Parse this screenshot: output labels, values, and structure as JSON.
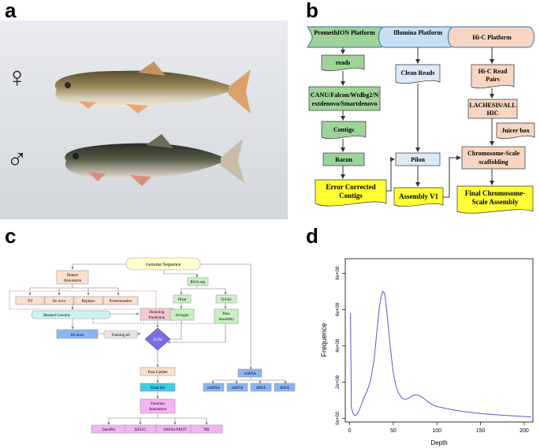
{
  "panels": {
    "a": {
      "letter": "a",
      "female_symbol": "♀",
      "male_symbol": "♂"
    },
    "b": {
      "letter": "b",
      "headers": [
        "PromethION Platform",
        "Illumina Platform",
        "Hi-C Platform"
      ],
      "nodes": {
        "reads": "reads",
        "assemblers": [
          "CANU/Falcon/Wtdbg2/N",
          "extdenovo/Smartdenovo"
        ],
        "contigs": "Contigs",
        "racon": "Racon",
        "error_corrected": [
          "Error Corrected",
          "Contigs"
        ],
        "clean_reads": "Clean Reads",
        "pilon": "Pilon",
        "assembly_v1": "Assembly V1",
        "hic_read_pairs": [
          "Hi-C Read",
          "Pairs"
        ],
        "lachesis": [
          "LACHESIS/ALL",
          "HIC"
        ],
        "juicer": "Juicer box",
        "scaffolding": [
          "Chromosome-Scale",
          "scaffolding"
        ],
        "final": [
          "Final Chromosome-",
          "Scale Assembly"
        ]
      }
    },
    "c": {
      "letter": "c",
      "genome_sequence": "Genome Sequence",
      "repeat_annotation": [
        "Repeat",
        "Annotation"
      ],
      "repeat_tools": [
        "Trf",
        "De novo",
        "Repbase",
        "Proteinmasker"
      ],
      "masked_genome": "Masked Genome",
      "homolog": [
        "Homolog",
        "Prediction"
      ],
      "training_set": "Training set",
      "de_novo": "De novo",
      "evm": "EVM",
      "rna_seq": "RNA-seq",
      "hisat": "Hisat",
      "trinity": "Trinity",
      "stringtie": "Stringtie",
      "pasa_assembly": [
        "Pasa",
        "Assembly"
      ],
      "ncrna": "ncRNA",
      "ncrna_types": [
        "miRNA",
        "snRNA",
        "rRNA",
        "tRNA"
      ],
      "pasa_update": "Pasa Update",
      "final_set": "Final Set",
      "function_annotation": [
        "Function",
        "Annotation"
      ],
      "databases": [
        "InterPro",
        "KEGG",
        "SWISS-PROT",
        "NR"
      ]
    },
    "d": {
      "letter": "d",
      "xlabel": "Depth",
      "ylabel": "Frequence",
      "x_ticks": [
        "0",
        "50",
        "100",
        "150",
        "200"
      ],
      "y_ticks": [
        "0e+00",
        "2e+08",
        "4e+08",
        "6e+08",
        "8e+08"
      ]
    }
  },
  "chart_data": {
    "type": "line",
    "xlabel": "Depth",
    "ylabel": "Frequence",
    "xlim": [
      -5,
      210
    ],
    "ylim": [
      -20000000,
      880000000
    ],
    "x_ticks": [
      0,
      50,
      100,
      150,
      200
    ],
    "y_ticks": [
      0,
      200000000,
      400000000,
      600000000,
      800000000
    ],
    "series": [
      {
        "color": "#5656e0",
        "x": [
          1,
          2,
          4,
          6,
          8,
          10,
          13,
          16,
          20,
          24,
          28,
          31,
          34,
          36,
          38,
          40,
          42,
          44,
          46,
          48,
          50,
          53,
          56,
          60,
          64,
          68,
          72,
          76,
          80,
          85,
          90,
          95,
          100,
          110,
          120,
          130,
          140,
          150,
          160,
          170,
          180,
          190,
          200,
          208
        ],
        "y": [
          580000000,
          60000000,
          25000000,
          15000000,
          20000000,
          35000000,
          70000000,
          110000000,
          150000000,
          210000000,
          320000000,
          470000000,
          610000000,
          670000000,
          700000000,
          690000000,
          620000000,
          520000000,
          420000000,
          330000000,
          250000000,
          180000000,
          140000000,
          110000000,
          105000000,
          110000000,
          125000000,
          130000000,
          125000000,
          110000000,
          90000000,
          75000000,
          65000000,
          55000000,
          45000000,
          38000000,
          32000000,
          27000000,
          23000000,
          19000000,
          16000000,
          13000000,
          10000000,
          8000000
        ]
      }
    ]
  }
}
